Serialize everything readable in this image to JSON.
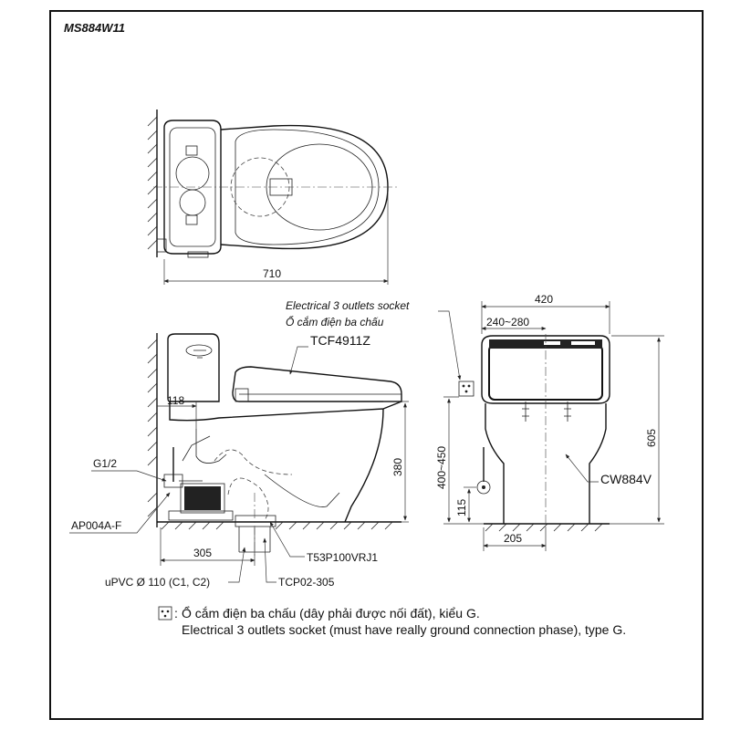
{
  "model_code": "MS884W11",
  "dimensions": {
    "overall_length": "710",
    "seat_width": "420",
    "seat_hole_range": "240~280",
    "inlet_height_range": "400~450",
    "total_height": "605",
    "bowl_height": "380",
    "supply_offset": "118",
    "rough_in": "305",
    "supply_height": "115",
    "base_width": "205"
  },
  "labels": {
    "socket_en": "Electrical 3 outlets socket",
    "socket_vi": "Ổ cắm điện ba chấu",
    "seat_model": "TCF4911Z",
    "thread": "G1/2",
    "valve_model": "AP004A-F",
    "flange_model": "T53P100VRJ1",
    "pipe_spec": "uPVC Ø 110 (C1, C2)",
    "adapter_model": "TCP02-305",
    "bowl_model": "CW884V"
  },
  "note": {
    "symbol": "socket-icon",
    "prefix": ":",
    "line_vi": "Ổ cắm điện ba chấu (dây phải được nối đất), kiểu G.",
    "line_en": "Electrical 3 outlets socket (must have really ground connection phase), type G."
  },
  "colors": {
    "ink": "#111111",
    "paper": "#ffffff"
  }
}
